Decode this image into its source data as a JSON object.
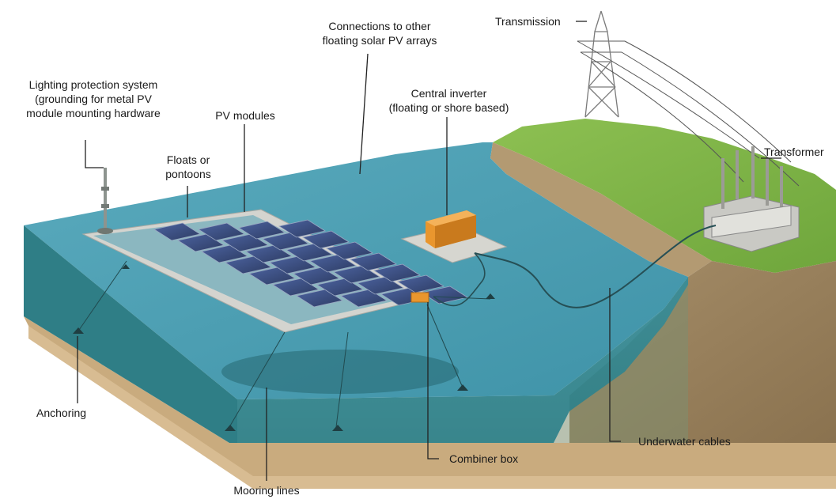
{
  "labels": {
    "lightning": {
      "line1": "Lighting protection system",
      "line2": "(grounding for metal PV",
      "line3": "module mounting hardware"
    },
    "pv_modules": "PV modules",
    "floats": {
      "line1": "Floats or",
      "line2": "pontoons"
    },
    "connections": {
      "line1": "Connections to other",
      "line2": "floating solar PV arrays"
    },
    "central_inverter": {
      "line1": "Central inverter",
      "line2": "(floating or shore based)"
    },
    "transmission": "Transmission",
    "transformer": "Transformer",
    "anchoring": "Anchoring",
    "mooring_lines": "Mooring lines",
    "combiner_box": "Combiner box",
    "underwater_cables": "Underwater cables"
  },
  "colors": {
    "water_surface": "#4f9fb4",
    "water_body": "#3f8b95",
    "sediment": "#d3b68b",
    "grass": "#7fb547",
    "earth": "#9c8461",
    "panel": "#3a4e7a",
    "float": "#cfcfca",
    "inverter": "#e9962e"
  },
  "icons": {
    "tower": "transmission-tower-icon",
    "transformer": "substation-icon",
    "inverter": "inverter-box-icon",
    "combiner": "combiner-box-icon",
    "anchor": "anchor-block-icon"
  }
}
